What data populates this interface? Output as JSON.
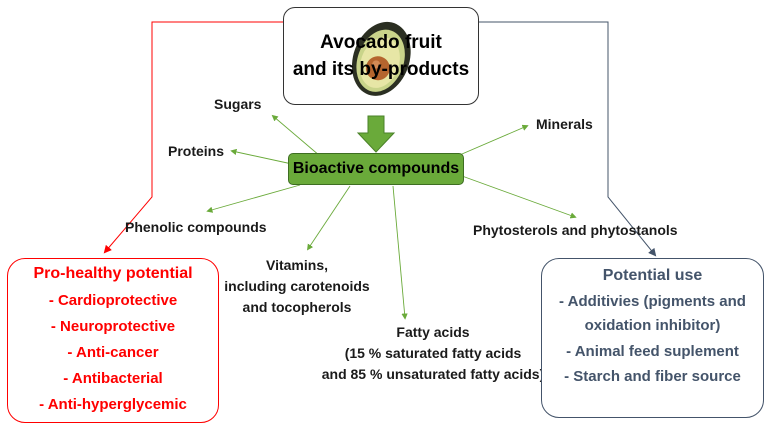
{
  "title": {
    "line1": "Avocado fruit",
    "line2": "and its by-products"
  },
  "center_box": "Bioactive compounds",
  "compounds": {
    "sugars": "Sugars",
    "proteins": "Proteins",
    "minerals": "Minerals",
    "phenolic": "Phenolic compounds",
    "phytosterols": "Phytosterols and phytostanols",
    "vitamins": [
      "Vitamins,",
      "including carotenoids",
      "and tocopherols"
    ],
    "fatty_acids": [
      "Fatty acids",
      "(15 % saturated fatty acids",
      "and 85 % unsaturated fatty acids)"
    ]
  },
  "left_box": {
    "title": "Pro-healthy potential",
    "items": [
      "-   Cardioprotective",
      "-   Neuroprotective",
      "-   Anti-cancer",
      "-   Antibacterial",
      "-   Anti-hyperglycemic"
    ]
  },
  "right_box": {
    "title": "Potential use",
    "items": [
      "- Additivies (pigments and",
      "oxidation inhibitor)",
      "-   Animal feed suplement",
      "-   Starch and fiber source"
    ]
  },
  "colors": {
    "green_fill": "#6aaa3a",
    "arrow_green": "#6aaa3a",
    "red": "#ff0000",
    "slate": "#44546a"
  }
}
